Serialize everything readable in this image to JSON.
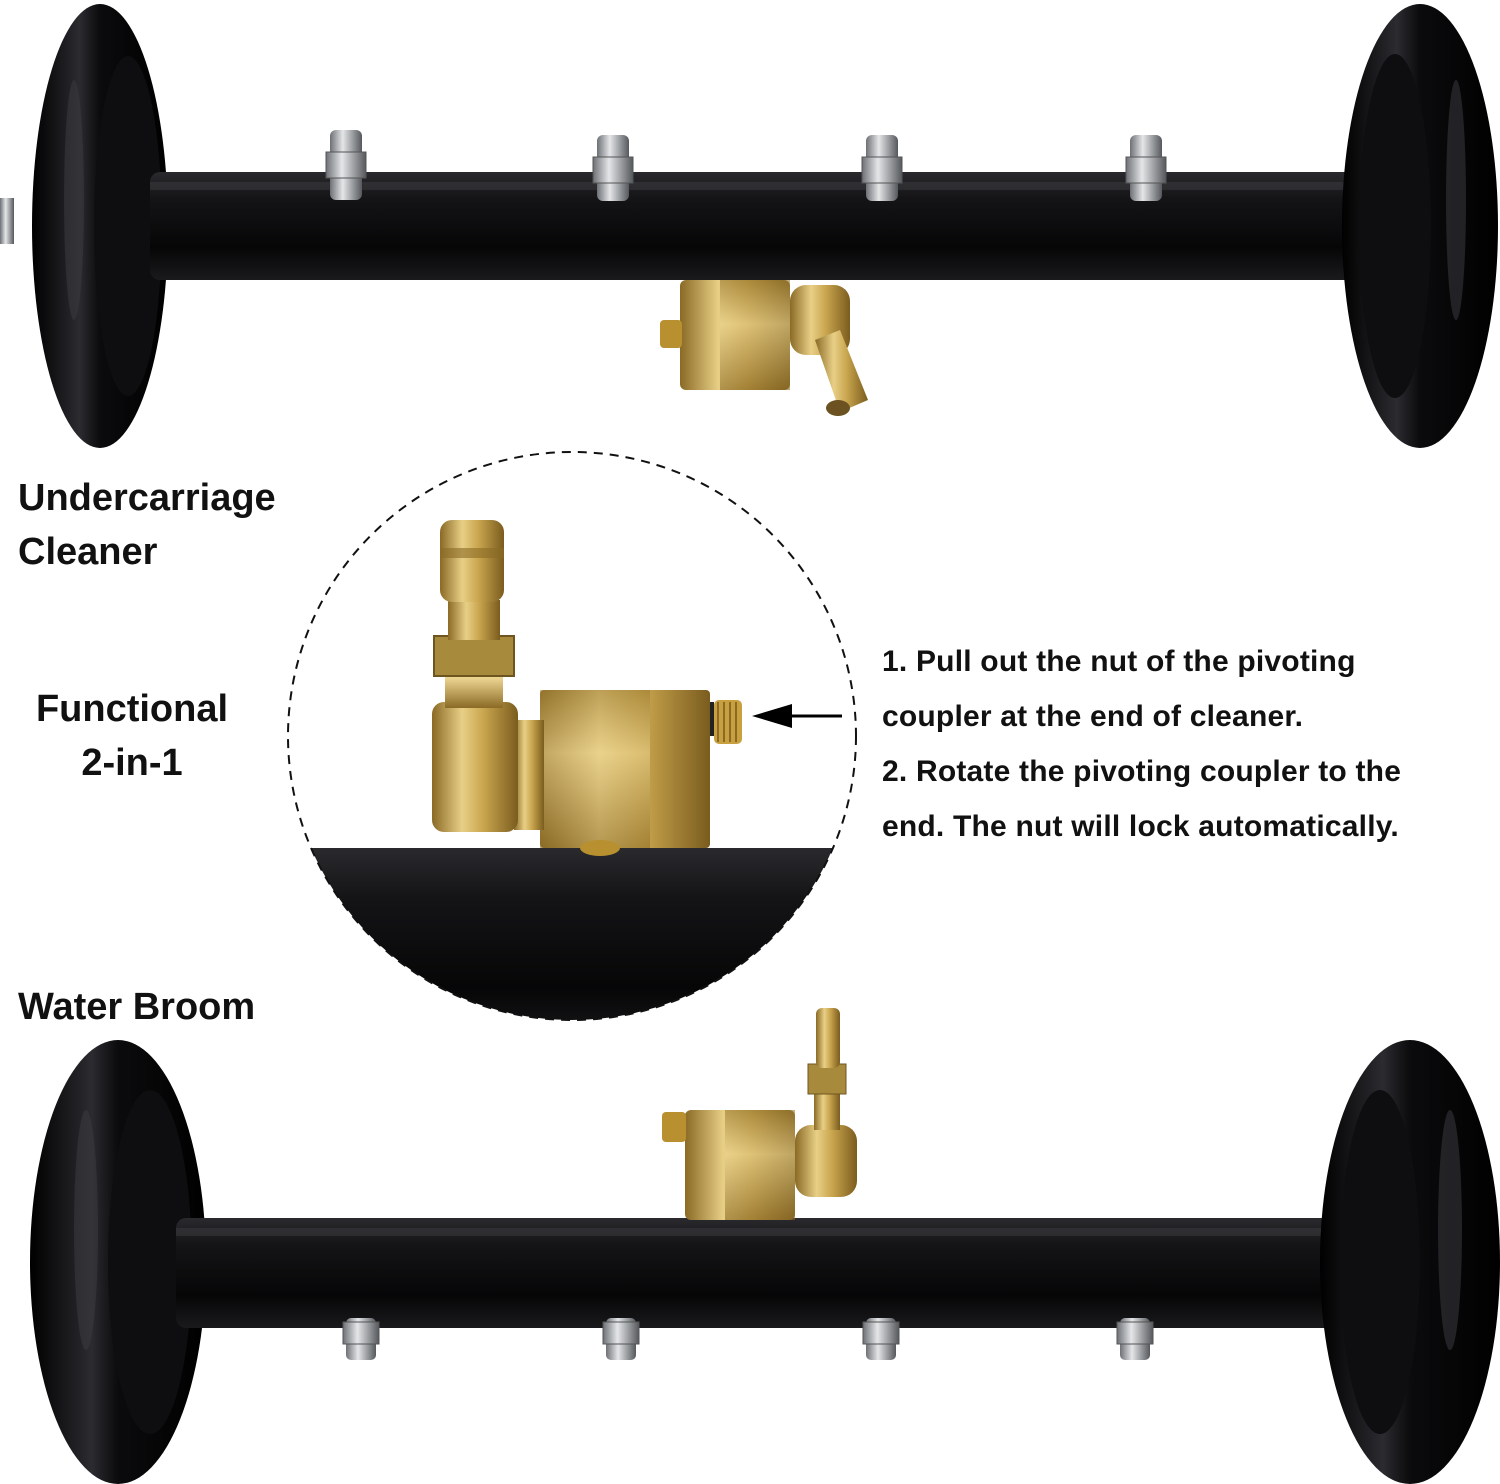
{
  "labels": {
    "undercarriage": [
      "Undercarriage",
      "Cleaner"
    ],
    "functional": [
      "Functional",
      "2-in-1"
    ],
    "water_broom": "Water Broom"
  },
  "instructions": {
    "lines": [
      "1. Pull out the nut of the pivoting",
      "coupler at the end of cleaner.",
      "2. Rotate the pivoting coupler to the",
      "end. The nut will lock automatically."
    ]
  },
  "product": {
    "top_view": {
      "mode": "undercarriage-cleaner",
      "nozzle_count": 4,
      "nozzles_position": "top"
    },
    "bottom_view": {
      "mode": "water-broom",
      "nozzle_count": 4,
      "nozzles_position": "bottom"
    },
    "detail": {
      "callout": "pivoting-coupler-nut",
      "arrow_direction": "left"
    }
  },
  "colors": {
    "background": "#ffffff",
    "text": "#111111",
    "bar": "#0d0d0f",
    "wheel": "#050507",
    "brass": "#c9a54e",
    "brass_light": "#e8cf86",
    "brass_dark": "#8a6a25",
    "steel": "#b8bcc0"
  }
}
